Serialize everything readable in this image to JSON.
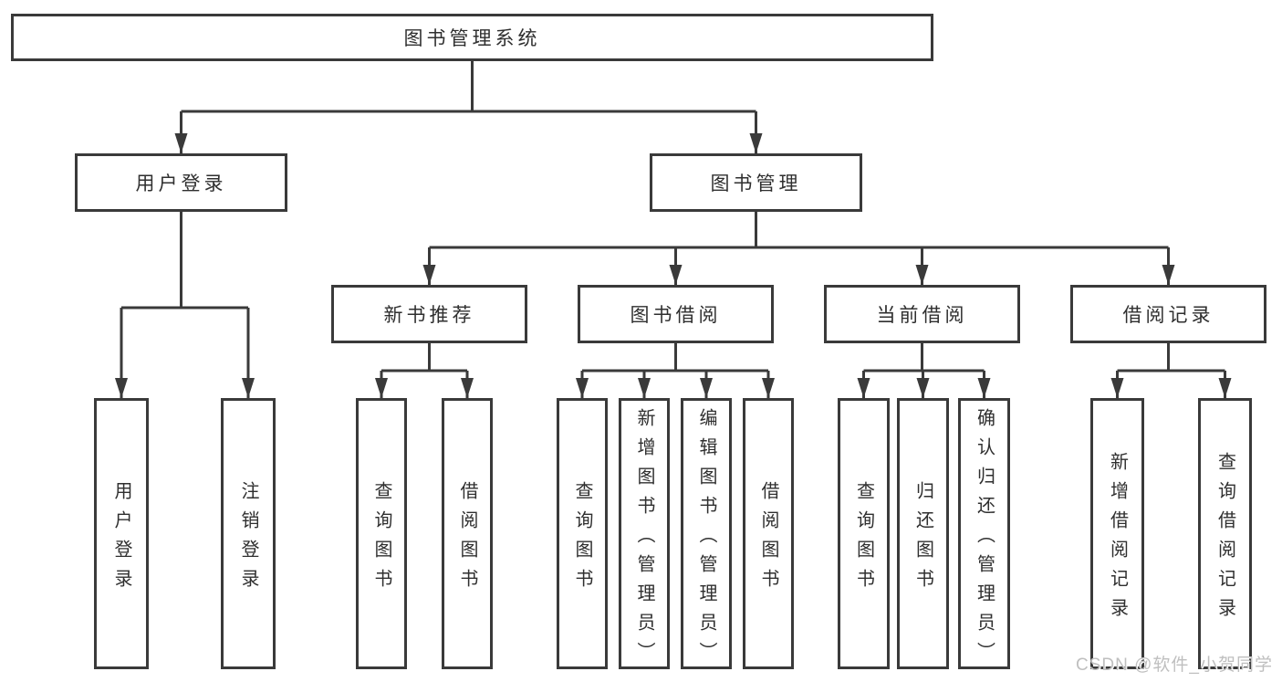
{
  "colors": {
    "background": "#ffffff",
    "line": "#3a3a3a",
    "box_border": "#3a3a3a",
    "box_fill": "#ffffff",
    "text": "#2f2f2f",
    "watermark": "#bfbfbf"
  },
  "tree": {
    "root": {
      "label": "图书管理系统"
    },
    "branches": [
      {
        "label": "用户登录",
        "children": [
          {
            "label": "用户登录"
          },
          {
            "label": "注销登录"
          }
        ]
      },
      {
        "label": "图书管理",
        "children": [
          {
            "label": "新书推荐",
            "children": [
              {
                "label": "查询图书"
              },
              {
                "label": "借阅图书"
              }
            ]
          },
          {
            "label": "图书借阅",
            "children": [
              {
                "label": "查询图书"
              },
              {
                "label": "新增图书（管理员）"
              },
              {
                "label": "编辑图书（管理员）"
              },
              {
                "label": "借阅图书"
              }
            ]
          },
          {
            "label": "当前借阅",
            "children": [
              {
                "label": "查询图书"
              },
              {
                "label": "归还图书"
              },
              {
                "label": "确认归还（管理员）"
              }
            ]
          },
          {
            "label": "借阅记录",
            "children": [
              {
                "label": "新增借阅记录"
              },
              {
                "label": "查询借阅记录"
              }
            ]
          }
        ]
      }
    ]
  },
  "watermark": {
    "text": "CSDN @软件_小贺同学"
  }
}
